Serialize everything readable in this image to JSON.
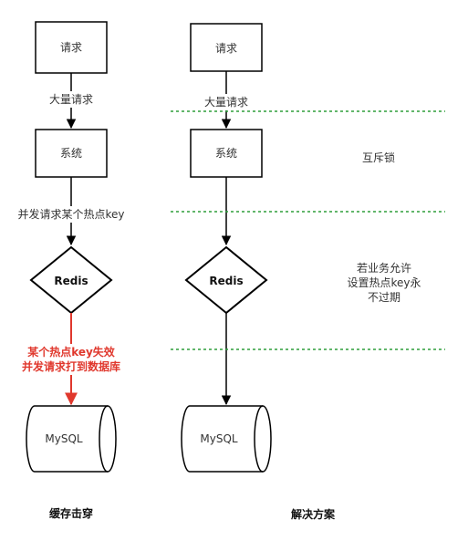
{
  "left": {
    "request_label": "请求",
    "edge1_label": "大量请求",
    "system_label": "系统",
    "edge2_label": "并发请求某个热点key",
    "redis_label": "Redis",
    "failure_line1": "某个热点key失效",
    "failure_line2": "并发请求打到数据库",
    "db_label": "MySQL",
    "caption": "缓存击穿"
  },
  "right": {
    "request_label": "请求",
    "edge1_label": "大量请求",
    "system_label": "系统",
    "redis_label": "Redis",
    "db_label": "MySQL",
    "caption": "解决方案"
  },
  "notes": {
    "mutex": "互斥锁",
    "no_expire_line1": "若业务允许",
    "no_expire_line2": "设置热点key永",
    "no_expire_line3": "不过期"
  },
  "colors": {
    "stroke": "#000000",
    "red_arrow": "#e0382d",
    "green_dash": "#2e9e3a"
  }
}
